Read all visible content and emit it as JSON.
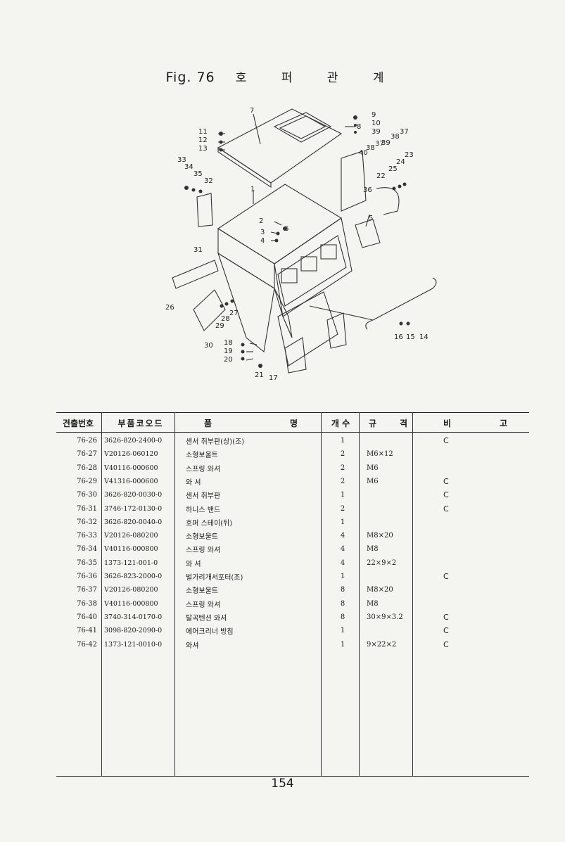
{
  "figure": {
    "fig_label": "Fig. 76",
    "title_ko": "호 퍼 관 계"
  },
  "callouts": [
    "1",
    "2",
    "3",
    "4",
    "5",
    "6",
    "7",
    "8",
    "9",
    "10",
    "11",
    "12",
    "13",
    "14",
    "15",
    "16",
    "17",
    "18",
    "19",
    "20",
    "21",
    "22",
    "23",
    "24",
    "25",
    "26",
    "27",
    "28",
    "29",
    "30",
    "31",
    "32",
    "33",
    "34",
    "35",
    "36",
    "37",
    "38",
    "39",
    "40"
  ],
  "table": {
    "headers": {
      "no": "견출번호",
      "code": "부품코오드",
      "name_left": "품",
      "name_right": "명",
      "qty": "개 수",
      "spec_left": "규",
      "spec_right": "격",
      "remark_left": "비",
      "remark_right": "고"
    },
    "rows": [
      {
        "no": "76-26",
        "code": "3626-820-2400-0",
        "name": "센서 취부판(상)(조)",
        "qty": "1",
        "spec": "",
        "remark": "C"
      },
      {
        "no": "76-27",
        "code": "V20126-060120",
        "name": "소형보울트",
        "qty": "2",
        "spec": "M6×12",
        "remark": ""
      },
      {
        "no": "76-28",
        "code": "V40116-000600",
        "name": "스프링 와셔",
        "qty": "2",
        "spec": "M6",
        "remark": ""
      },
      {
        "no": "76-29",
        "code": "V41316-000600",
        "name": "와 셔",
        "qty": "2",
        "spec": "M6",
        "remark": "C"
      },
      {
        "no": "76-30",
        "code": "3626-820-0030-0",
        "name": "센서 취부판",
        "qty": "1",
        "spec": "",
        "remark": "C"
      },
      {
        "no": "76-31",
        "code": "3746-172-0130-0",
        "name": "하니스 밴드",
        "qty": "2",
        "spec": "",
        "remark": "C"
      },
      {
        "no": "76-32",
        "code": "3626-820-0040-0",
        "name": "호퍼 스테이(뒤)",
        "qty": "1",
        "spec": "",
        "remark": ""
      },
      {
        "no": "76-33",
        "code": "V20126-080200",
        "name": "소형보울트",
        "qty": "4",
        "spec": "M8×20",
        "remark": ""
      },
      {
        "no": "76-34",
        "code": "V40116-000800",
        "name": "스프링 와셔",
        "qty": "4",
        "spec": "M8",
        "remark": ""
      },
      {
        "no": "76-35",
        "code": "1373-121-001-0",
        "name": "와 셔",
        "qty": "4",
        "spec": "22×9×2",
        "remark": ""
      },
      {
        "no": "76-36",
        "code": "3626-823-2000-0",
        "name": "벌가리개서포터(조)",
        "qty": "1",
        "spec": "",
        "remark": "C"
      },
      {
        "no": "76-37",
        "code": "V20126-080200",
        "name": "소형보울트",
        "qty": "8",
        "spec": "M8×20",
        "remark": ""
      },
      {
        "no": "76-38",
        "code": "V40116-000800",
        "name": "스프링 와셔",
        "qty": "8",
        "spec": "M8",
        "remark": ""
      },
      {
        "no": "76-40",
        "code": "3740-314-0170-0",
        "name": "탈곡텐션 와셔",
        "qty": "8",
        "spec": "30×9×3.2",
        "remark": "C"
      },
      {
        "no": "76-41",
        "code": "3098-820-2090-0",
        "name": "에어크리너   방침",
        "qty": "1",
        "spec": "",
        "remark": "C"
      },
      {
        "no": "76-42",
        "code": "1373-121-0010-0",
        "name": "와셔",
        "qty": "1",
        "spec": "9×22×2",
        "remark": "C"
      }
    ]
  },
  "page_number": "154"
}
